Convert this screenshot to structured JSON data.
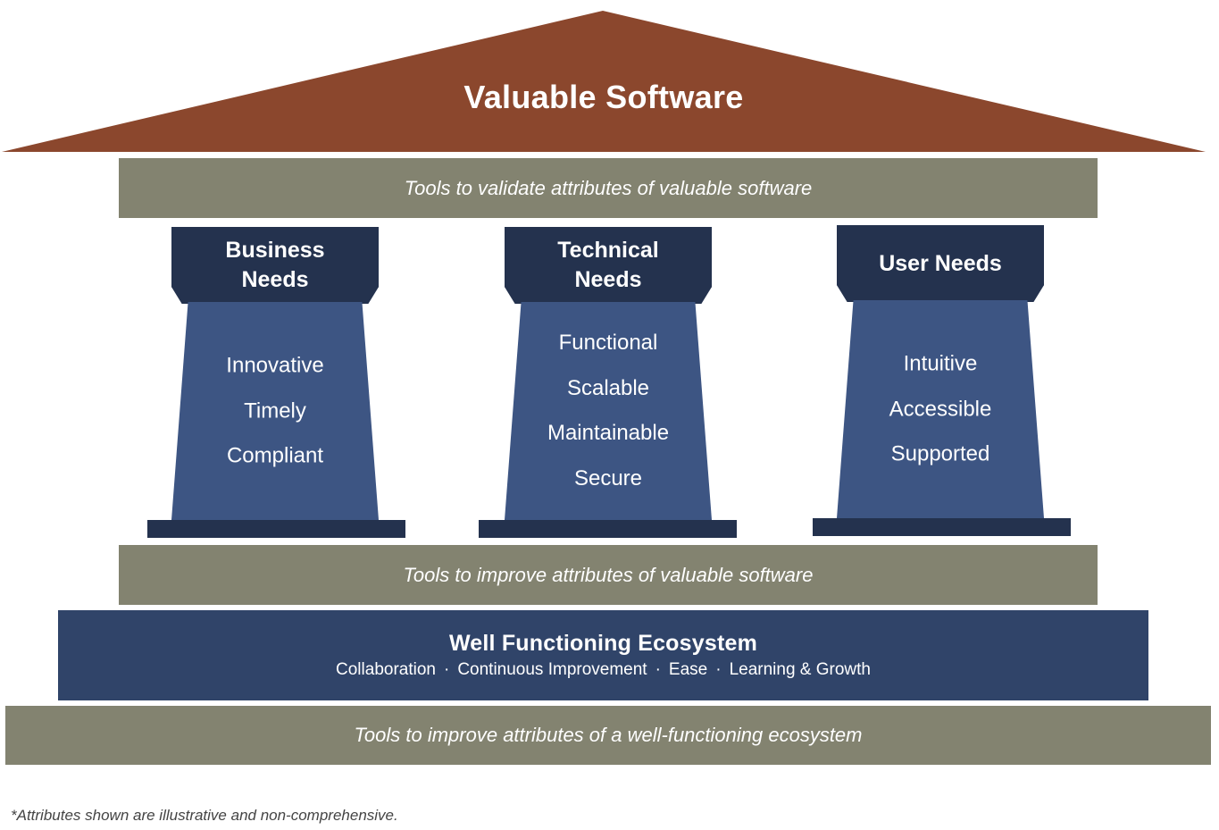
{
  "roof": {
    "title": "Valuable Software",
    "color": "#8b472d"
  },
  "bands": {
    "validate": "Tools to validate attributes of valuable software",
    "improve": "Tools to improve attributes of valuable software",
    "ecosystem_tools": "Tools to improve attributes of a well-functioning ecosystem",
    "color": "#838370"
  },
  "pillars": [
    {
      "title_lines": [
        "Business",
        "Needs"
      ],
      "attributes": [
        "Innovative",
        "Timely",
        "Compliant"
      ]
    },
    {
      "title_lines": [
        "Technical",
        "Needs"
      ],
      "attributes": [
        "Functional",
        "Scalable",
        "Maintainable",
        "Secure"
      ]
    },
    {
      "title_lines": [
        "User Needs"
      ],
      "attributes": [
        "Intuitive",
        "Accessible",
        "Supported"
      ]
    }
  ],
  "ecosystem": {
    "title": "Well Functioning Ecosystem",
    "items": [
      "Collaboration",
      "Continuous Improvement",
      "Ease",
      "Learning & Growth"
    ],
    "separator": "·",
    "color": "#304469"
  },
  "footnote": "*Attributes shown are illustrative and non-comprehensive."
}
